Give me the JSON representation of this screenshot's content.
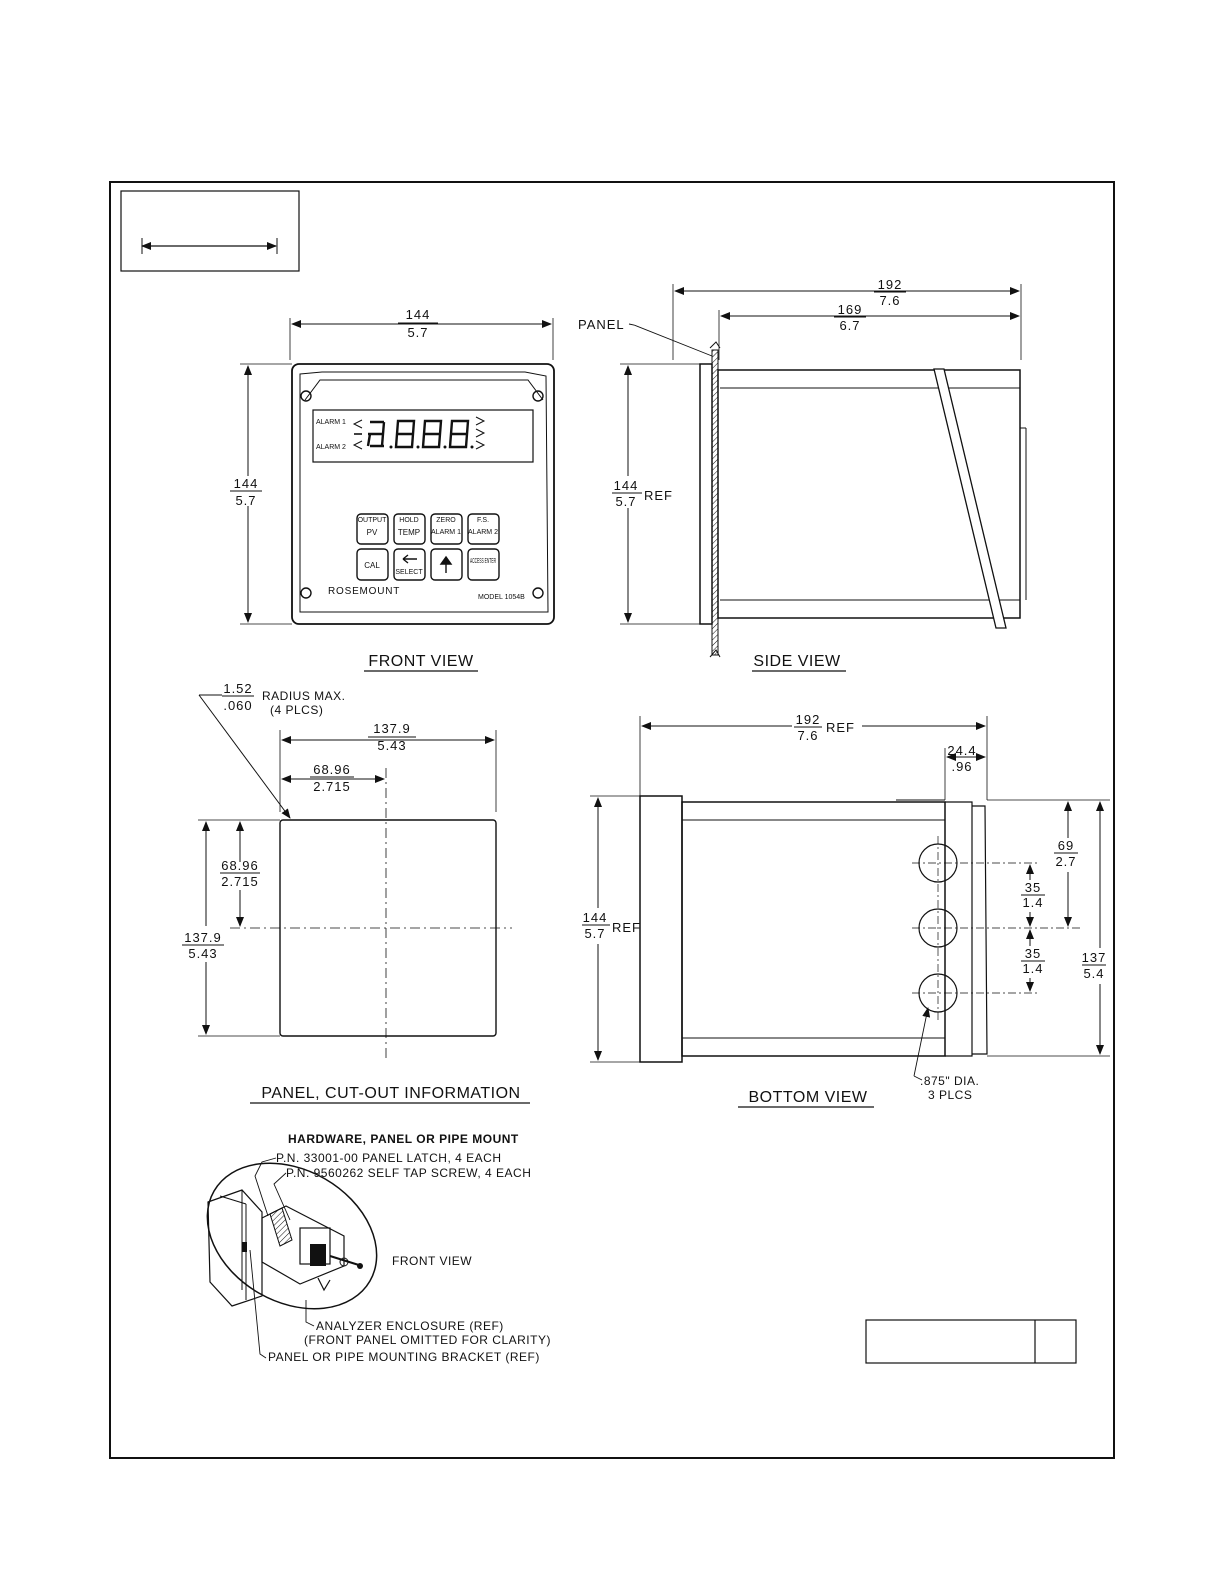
{
  "front_view": {
    "title": "FRONT VIEW",
    "dim_width": [
      "144",
      "5.7"
    ],
    "dim_height": [
      "144",
      "5.7"
    ],
    "alarm1_label": "ALARM 1",
    "alarm2_label": "ALARM 2",
    "keys": [
      {
        "top": "OUTPUT",
        "main": "PV"
      },
      {
        "top": "HOLD",
        "main": "TEMP"
      },
      {
        "top": "ZERO",
        "main": "ALARM 1"
      },
      {
        "top": "F.S.",
        "main": "ALARM 2"
      },
      {
        "top": "",
        "main": "CAL"
      },
      {
        "top": "",
        "main": "SELECT"
      },
      {
        "top": "",
        "main": ""
      },
      {
        "top": "",
        "main": "ACCESS ENTER"
      }
    ],
    "brand": "ROSEMOUNT",
    "model": "MODEL 1054B"
  },
  "side_view": {
    "title": "SIDE VIEW",
    "panel_label": "PANEL",
    "dim_overall": [
      "192",
      "7.6"
    ],
    "dim_behind": [
      "169",
      "6.7"
    ],
    "dim_height": [
      "144",
      "5.7"
    ],
    "ref": "REF"
  },
  "cutout": {
    "title": "PANEL, CUT-OUT INFORMATION",
    "radius": [
      "1.52",
      ".060"
    ],
    "radius_note": "RADIUS MAX.",
    "radius_count": "(4 PLCS)",
    "dim_width": [
      "137.9",
      "5.43"
    ],
    "dim_half_width": [
      "68.96",
      "2.715"
    ],
    "dim_half_height": [
      "68.96",
      "2.715"
    ],
    "dim_height": [
      "137.9",
      "5.43"
    ]
  },
  "bottom_view": {
    "title": "BOTTOM VIEW",
    "dim_overall": [
      "192",
      "7.6"
    ],
    "ref": "REF",
    "dim_edge": [
      "24.4",
      ".96"
    ],
    "dim_height": [
      "144",
      "5.7"
    ],
    "dim_first_hole": [
      "69",
      "2.7"
    ],
    "dim_pitch_1": [
      "35",
      "1.4"
    ],
    "dim_pitch_2": [
      "35",
      "1.4"
    ],
    "dim_total": [
      "137",
      "5.4"
    ],
    "hole_note": ".875\" DIA.",
    "hole_count": "3 PLCS"
  },
  "hardware": {
    "title": "HARDWARE, PANEL OR PIPE MOUNT",
    "latch": "P.N. 33001-00 PANEL LATCH, 4 EACH",
    "screw": "P.N. 9560262 SELF TAP SCREW, 4 EACH",
    "front_view": "FRONT VIEW",
    "enclosure": "ANALYZER ENCLOSURE (REF)",
    "enclosure_note": "(FRONT PANEL OMITTED FOR CLARITY)",
    "bracket": "PANEL OR PIPE MOUNTING BRACKET (REF)"
  },
  "colors": {
    "ink": "#111111",
    "paper": "#ffffff"
  }
}
